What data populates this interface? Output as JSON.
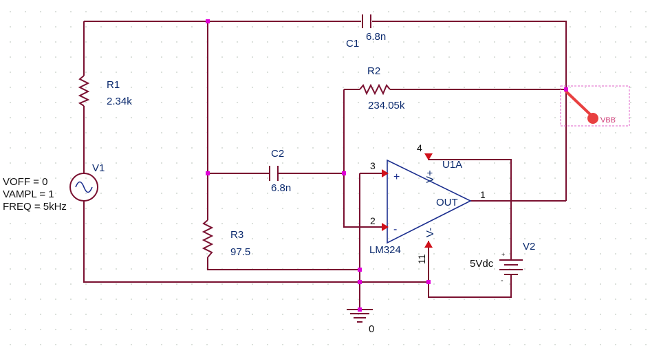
{
  "components": {
    "c1": {
      "ref": "C1",
      "value": "6.8n"
    },
    "c2": {
      "ref": "C2",
      "value": "6.8n"
    },
    "r1": {
      "ref": "R1",
      "value": "2.34k"
    },
    "r2": {
      "ref": "R2",
      "value": "234.05k"
    },
    "r3": {
      "ref": "R3",
      "value": "97.5"
    },
    "v1": {
      "ref": "V1",
      "voff": "VOFF = 0",
      "vampl": "VAMPL = 1",
      "freq": "FREQ = 5kHz"
    },
    "v2": {
      "ref": "V2",
      "value": "5Vdc",
      "plus": "+",
      "minus": "-"
    },
    "u1": {
      "ref": "U1A",
      "part": "LM324",
      "in_plus": "+",
      "in_minus": "-",
      "out": "OUT",
      "vplus": "V+",
      "vminus": "V-"
    }
  },
  "pins": {
    "p3": "3",
    "p2": "2",
    "p1": "1",
    "p4": "4",
    "p11": "11"
  },
  "ground": {
    "label": "0"
  },
  "probe": {
    "label": "VBB"
  },
  "colors": {
    "wire": "#7a1030",
    "label": "#0b2a6e",
    "junction": "#e000d8",
    "probe": "#e84040",
    "pin_arrow": "#d0101a",
    "opamp": "#1c2f8f"
  }
}
